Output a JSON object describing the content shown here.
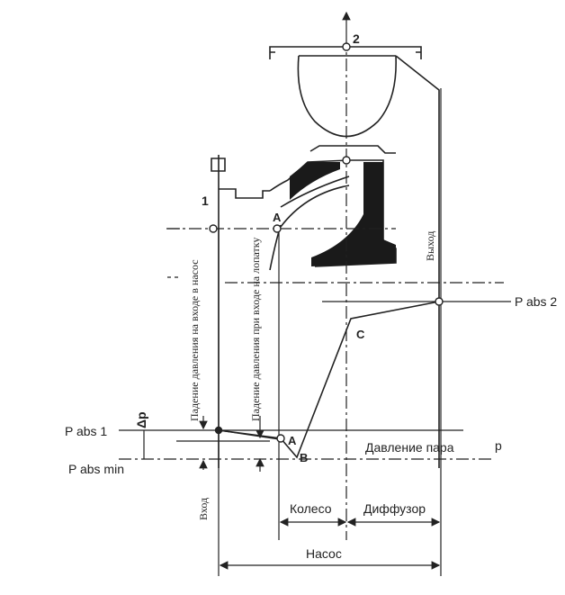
{
  "labels": {
    "point_2": "2",
    "point_1": "1",
    "point_A_top": "A",
    "point_A_bottom": "A",
    "point_B": "B",
    "point_C": "C",
    "p_abs_1": "P abs 1",
    "p_abs_2": "P abs 2",
    "p_abs_min": "P abs min",
    "delta_p": "Δp",
    "vapor_pressure": "Давление пара",
    "p": "p",
    "inlet_drop": "Падение давления на входе в насос",
    "blade_drop": "Падение давления при входе на лопатку",
    "outlet": "Выход",
    "inlet": "Вход",
    "impeller": "Колесо",
    "diffuser": "Диффузор",
    "pump": "Насос"
  }
}
